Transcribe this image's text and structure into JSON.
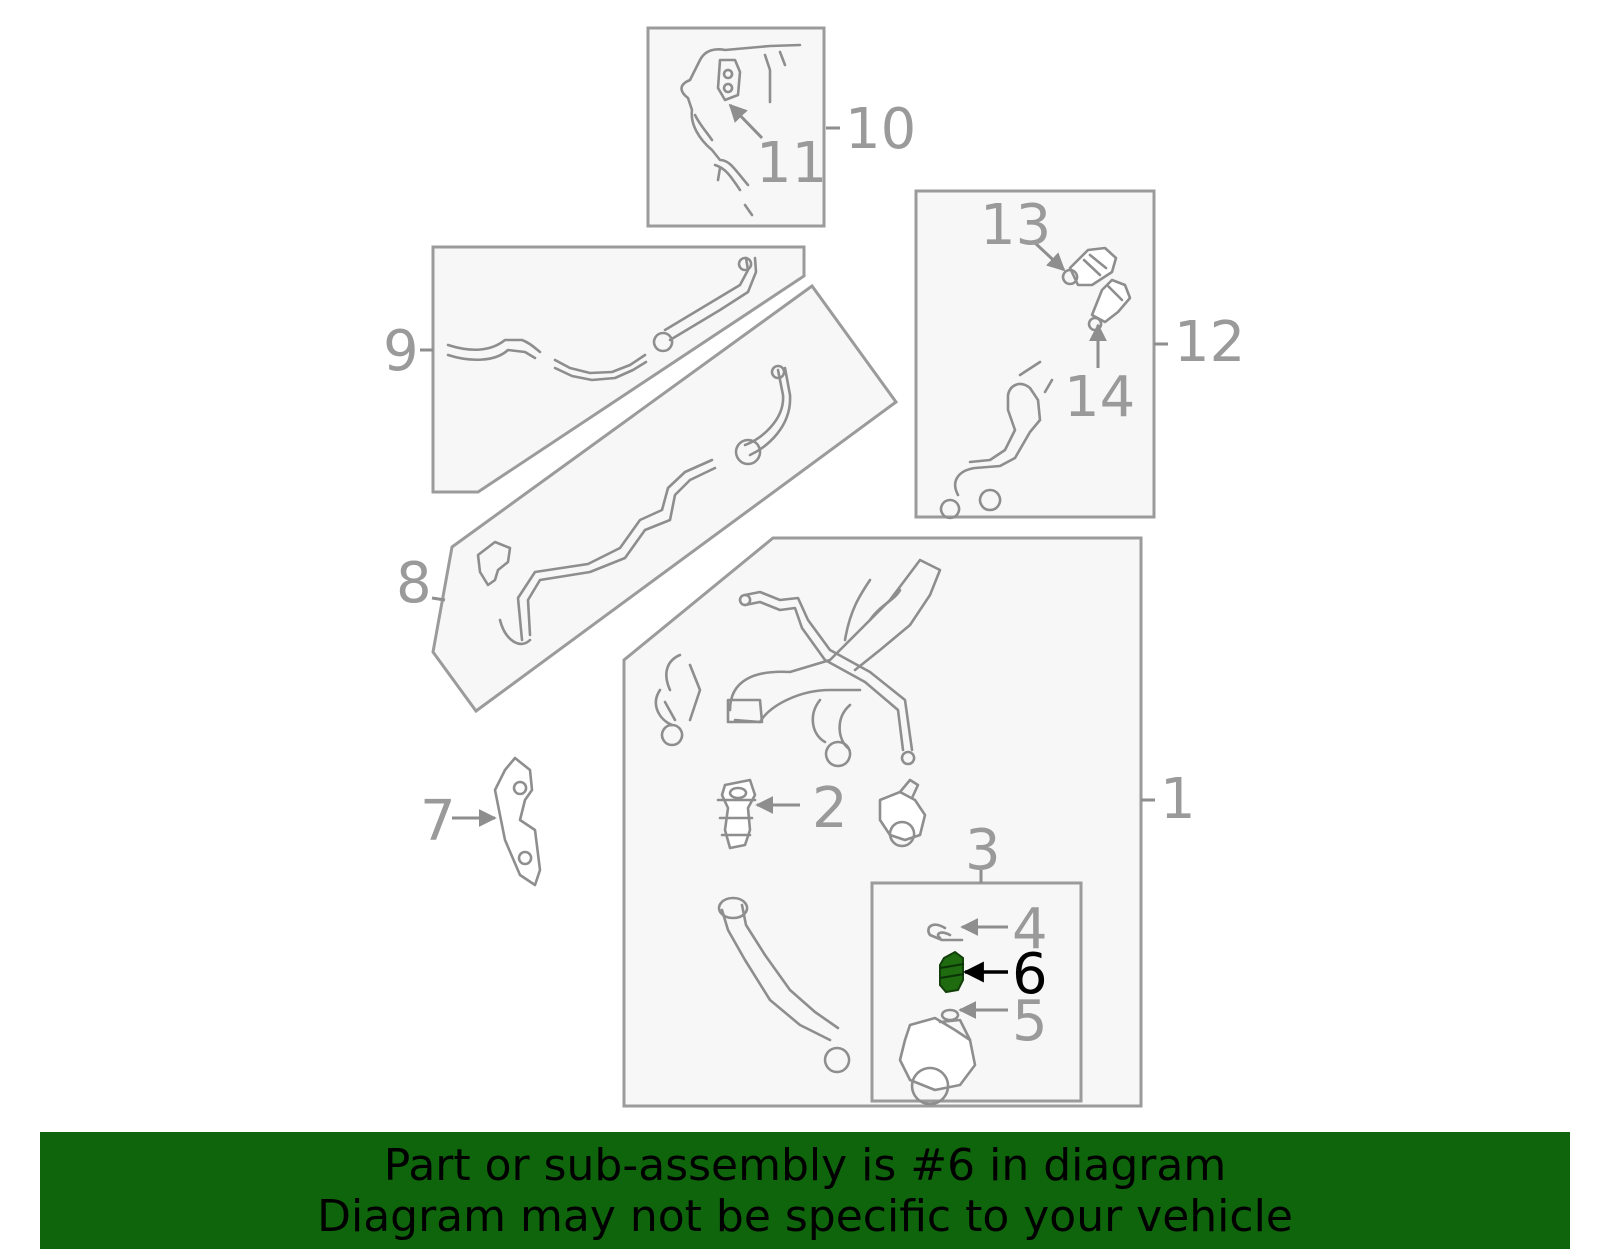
{
  "callouts": {
    "c1": "1",
    "c2": "2",
    "c3": "3",
    "c4": "4",
    "c5": "5",
    "c6": "6",
    "c7": "7",
    "c8": "8",
    "c9": "9",
    "c10": "10",
    "c11": "11",
    "c12": "12",
    "c13": "13",
    "c14": "14"
  },
  "highlight": {
    "part_number": "6",
    "color": "#1f6b10",
    "label_color": "#000000"
  },
  "banner": {
    "line1": "Part or sub-assembly is #6 in diagram",
    "line2": "Diagram may not be specific to your vehicle",
    "background": "#0f650b"
  },
  "colors": {
    "line_gray": "#9b9b9b",
    "box_fill": "#f7f7f7"
  }
}
